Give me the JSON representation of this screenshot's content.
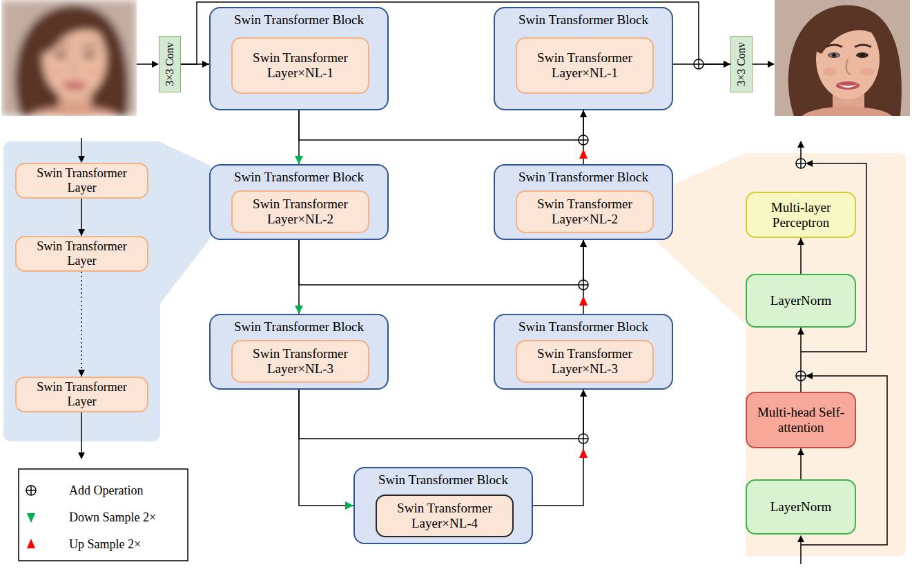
{
  "diagram": {
    "nodes": [
      {
        "text": [
          "3×3 Conv"
        ]
      },
      {
        "text": [
          "Swin Transformer Block"
        ]
      },
      {
        "text": [
          "Swin Transformer Layer×NL-1"
        ],
        "in": 1
      },
      {
        "text": [
          "Swin Transformer Block"
        ]
      },
      {
        "text": [
          "Swin Transformer Layer×NL-1"
        ],
        "in": 3
      },
      {
        "text": [
          "3×3 Conv"
        ]
      },
      {
        "text": [
          "Swin Transformer Block"
        ]
      },
      {
        "text": [
          "Swin Transformer Layer×NL-2"
        ],
        "in": 6
      },
      {
        "text": [
          "Swin Transformer Block"
        ]
      },
      {
        "text": [
          "Swin Transformer Layer×NL-2"
        ],
        "in": 8
      },
      {
        "text": [
          "Swin Transformer Block"
        ]
      },
      {
        "text": [
          "Swin Transformer Layer×NL-3"
        ],
        "in": 10
      },
      {
        "text": [
          "Swin Transformer Block"
        ]
      },
      {
        "text": [
          "Swin Transformer Layer×NL-3"
        ],
        "in": 12
      },
      {
        "text": [
          "Swin Transformer Block"
        ]
      },
      {
        "text": [
          "Swin Transformer Layer×NL-4"
        ],
        "in": 14
      },
      {
        "text": [
          "Swin Transformer Layer"
        ]
      },
      {
        "text": [
          "Swin Transformer Layer"
        ]
      },
      {
        "text": [
          "Swin Transformer Layer"
        ]
      },
      {
        "text": [
          "Multi-layer Perceptron"
        ]
      },
      {
        "text": [
          "LayerNorm"
        ]
      },
      {
        "text": [
          "Multi-head Self-attention"
        ]
      },
      {
        "text": [
          "LayerNorm"
        ]
      }
    ],
    "edges": [
      {
        "from": 0,
        "to": 1,
        "arrow": "to"
      },
      {
        "from": 0,
        "to": 5,
        "arrow": "to"
      },
      {
        "from": 3,
        "to": 5,
        "arrow": "to"
      },
      {
        "from": 1,
        "to": 6,
        "arrow": "to"
      },
      {
        "from": 1,
        "to": 3,
        "arrow": "to"
      },
      {
        "from": 8,
        "to": 3,
        "arrow": "to"
      },
      {
        "from": 6,
        "to": 10,
        "arrow": "to"
      },
      {
        "from": 6,
        "to": 8,
        "arrow": "to"
      },
      {
        "from": 12,
        "to": 8,
        "arrow": "to"
      },
      {
        "from": 10,
        "to": 14,
        "arrow": "to"
      },
      {
        "from": 10,
        "to": 12,
        "arrow": "to"
      },
      {
        "from": 14,
        "to": 12,
        "arrow": "to"
      },
      {
        "from": 16,
        "to": 17,
        "arrow": "to"
      },
      {
        "from": 17,
        "to": 18,
        "arrow": "to"
      },
      {
        "from": 22,
        "to": 21,
        "arrow": "to"
      },
      {
        "from": 21,
        "to": 20,
        "arrow": "to"
      },
      {
        "from": 20,
        "to": 19,
        "arrow": "to"
      }
    ],
    "legend": [
      {
        "text": "Add Operation"
      },
      {
        "text": "Down Sample 2×"
      },
      {
        "text": "Up Sample 2×"
      }
    ]
  }
}
